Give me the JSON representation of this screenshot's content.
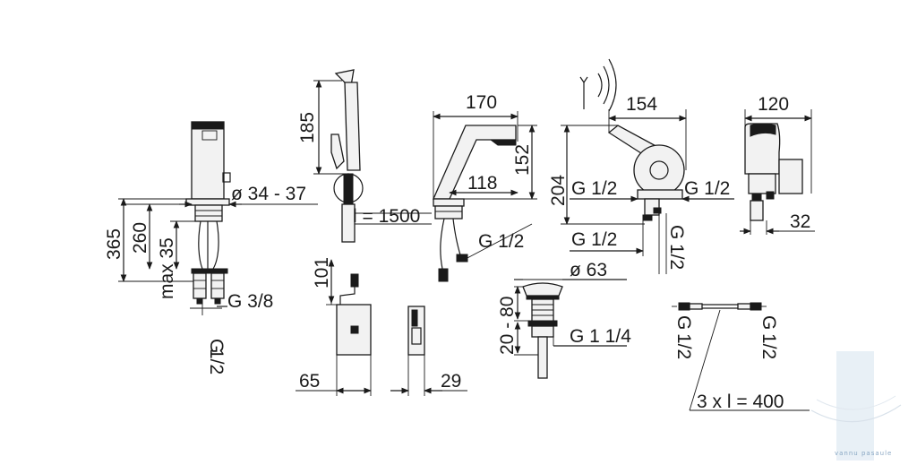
{
  "faucet": {
    "dia": "ø 34 - 37",
    "h_total": "365",
    "h_body": "260",
    "h_max": "max 35",
    "conn_side": "G 3/8",
    "conn_bottom_a": "G",
    "conn_bottom_b": "1/2"
  },
  "hand_shower": {
    "height": "185",
    "hose": "l = 1500"
  },
  "spout": {
    "width": "170",
    "height": "152",
    "reach": "118",
    "thread": "G 1/2"
  },
  "thermostat": {
    "width": "154",
    "height": "204",
    "left_conn": "G 1/2",
    "right_conn": "G 1/2",
    "bottom_conn": "G 1/2",
    "vert_a": "G",
    "vert_b": "1/2"
  },
  "wall_valve": {
    "width": "120",
    "depth": "32"
  },
  "sensor_box": {
    "cable": "101",
    "width": "65",
    "side_depth": "29"
  },
  "waste": {
    "dia": "ø 63",
    "range": "20 - 80",
    "thread": "G 1 1/4"
  },
  "hose_set": {
    "left_a": "G",
    "left_b": "1/2",
    "right_a": "G",
    "right_b": "1/2",
    "spec": "3 x  l = 400"
  },
  "watermark": {
    "text": "vannu pasaule"
  }
}
